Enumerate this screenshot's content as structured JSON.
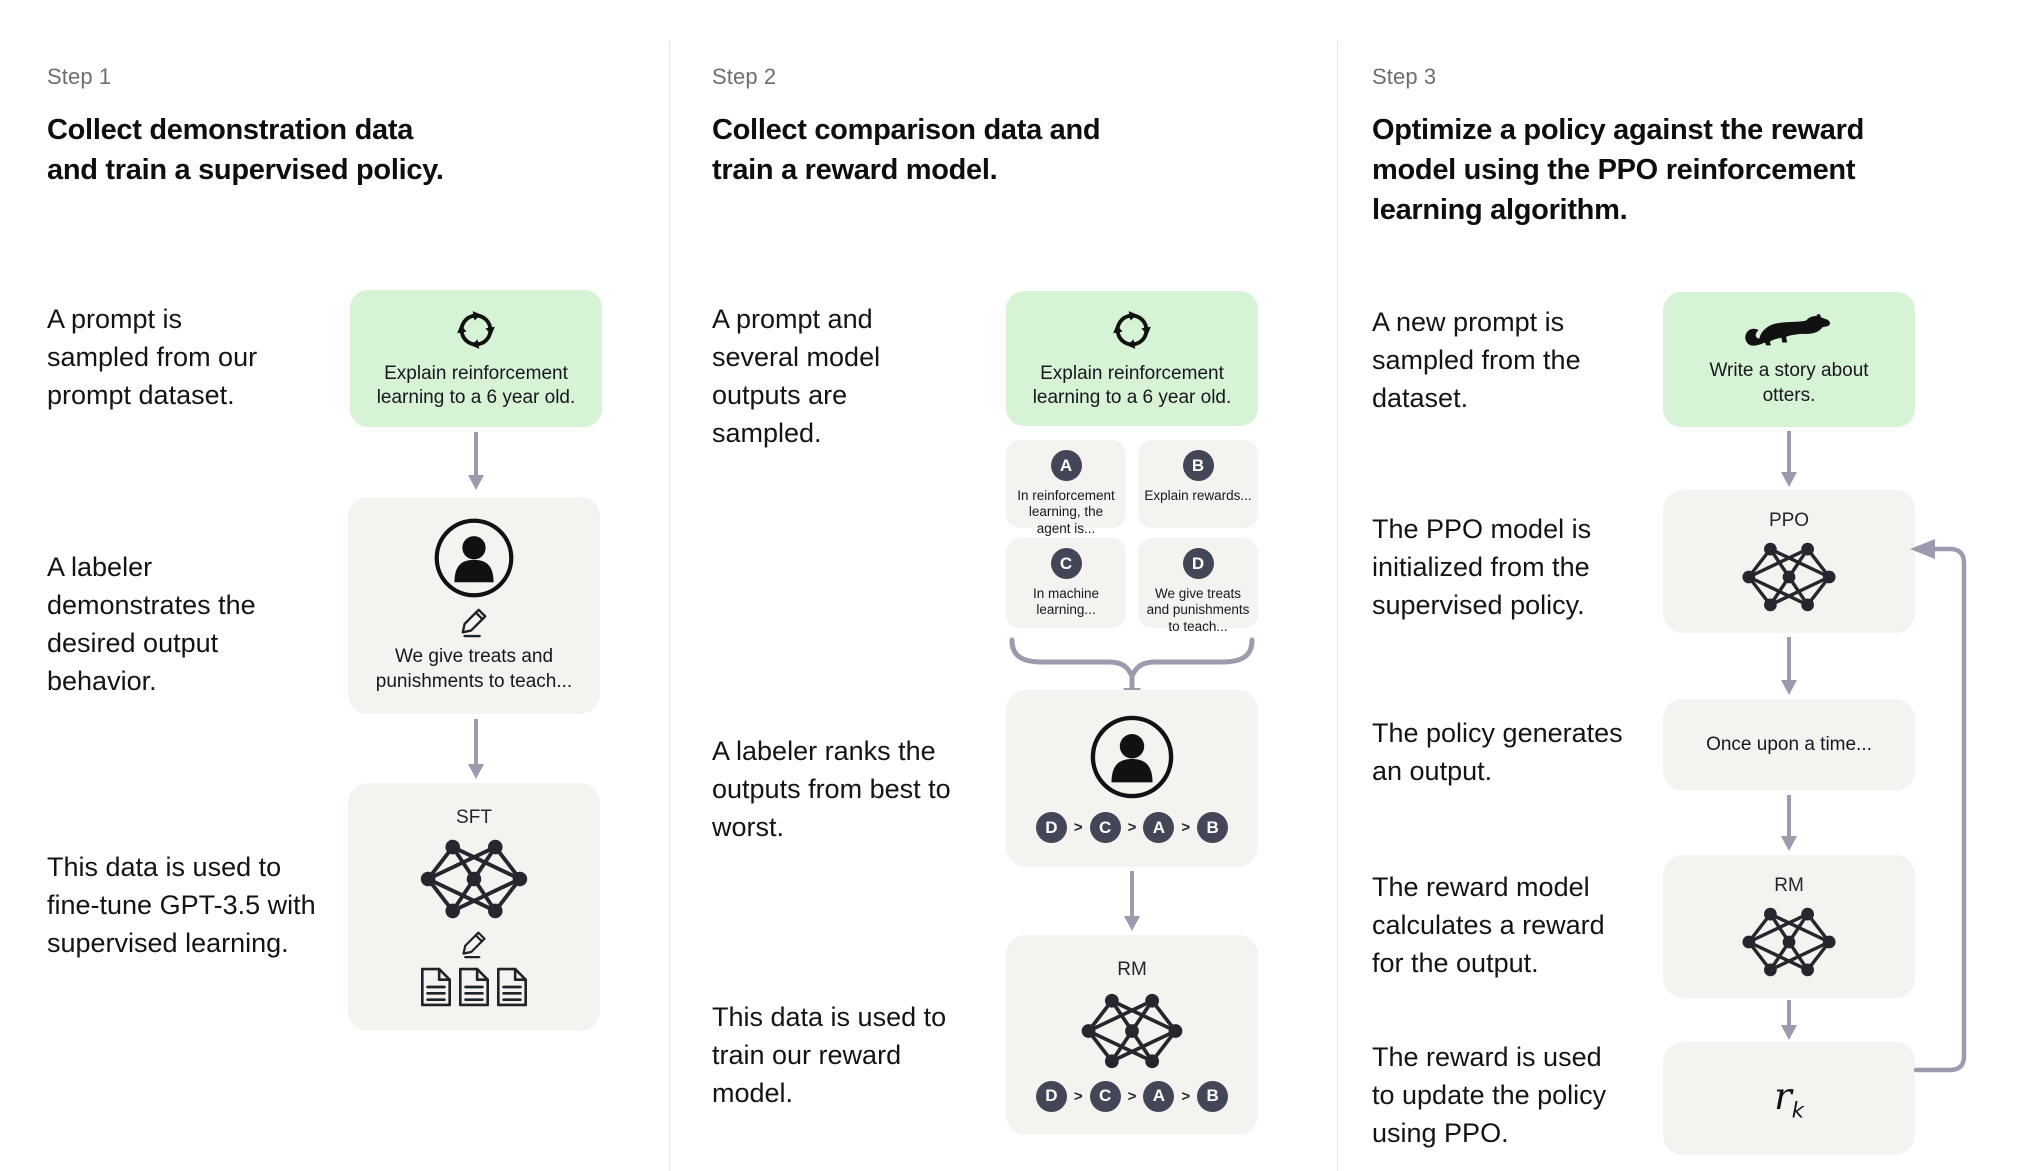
{
  "colors": {
    "prompt_box_bg": "#d6f3d6",
    "card_bg": "#f4f3f0",
    "badge_bg": "#434656",
    "connector": "#9b9aae",
    "title_text": "#0e0e0e",
    "step_label_text": "#6e6e6e"
  },
  "icons": [
    "cycle-icon",
    "person-icon",
    "pencil-icon",
    "network-icon",
    "document-icon",
    "otter-icon",
    "arrow-down-icon",
    "brace-icon",
    "feedback-loop-arrow-icon"
  ],
  "step1": {
    "label": "Step 1",
    "title": "Collect demonstration data and train a supervised policy.",
    "caption_prompt": "A prompt is sampled from our prompt dataset.",
    "caption_labeler": "A labeler demonstrates the desired output behavior.",
    "caption_finetune": "This data is used to fine-tune GPT-3.5 with supervised learning.",
    "prompt_box": {
      "text": "Explain reinforcement learning to a 6 year old."
    },
    "labeler_box": {
      "text": "We give treats and punishments to teach..."
    },
    "sft_box": {
      "label": "SFT"
    }
  },
  "step2": {
    "label": "Step 2",
    "title": "Collect comparison data and train a reward model.",
    "caption_sample": "A prompt and several model outputs are sampled.",
    "caption_rank": "A labeler ranks the outputs from best to worst.",
    "caption_train": "This data is used to train our reward model.",
    "prompt_box": {
      "text": "Explain reinforcement learning to a 6 year old."
    },
    "answers": [
      {
        "badge": "A",
        "text": "In reinforcement learning, the agent is..."
      },
      {
        "badge": "B",
        "text": "Explain rewards..."
      },
      {
        "badge": "C",
        "text": "In machine learning..."
      },
      {
        "badge": "D",
        "text": "We give treats and punishments to teach..."
      }
    ],
    "ranking": {
      "order": [
        "D",
        "C",
        "A",
        "B"
      ],
      "separator": ">"
    },
    "rm_box": {
      "label": "RM"
    }
  },
  "step3": {
    "label": "Step 3",
    "title": "Optimize a policy against the reward model using the PPO reinforcement learning algorithm.",
    "caption_prompt": "A new prompt is sampled from the dataset.",
    "caption_init": "The PPO model is initialized from the supervised policy.",
    "caption_output": "The policy generates an output.",
    "caption_reward": "The reward model calculates a reward for the output.",
    "caption_update": "The reward is used to update the policy using PPO.",
    "prompt_box": {
      "text": "Write a story about otters."
    },
    "ppo_box": {
      "label": "PPO"
    },
    "output_box": {
      "text": "Once upon a time..."
    },
    "rm_box": {
      "label": "RM"
    },
    "reward_box": {
      "base": "r",
      "subscript": "k"
    }
  }
}
